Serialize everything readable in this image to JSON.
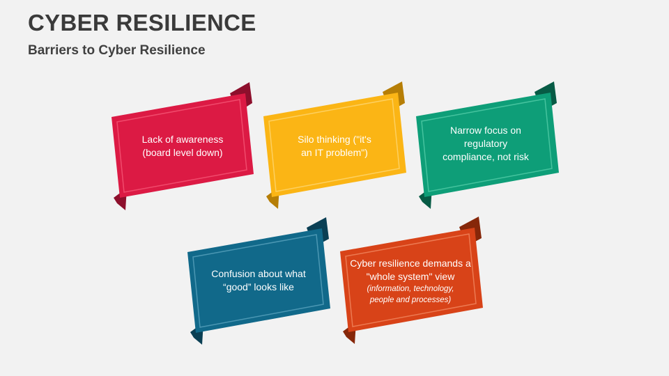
{
  "header": {
    "title": "CYBER RESILIENCE",
    "subtitle": "Barriers to Cyber Resilience"
  },
  "colors": {
    "background": "#f2f2f2",
    "red": "#dc1a44",
    "yellow": "#fbb515",
    "green": "#0e9e78",
    "blue": "#11698a",
    "orange": "#d84318"
  },
  "barriers": [
    {
      "line1": "Lack of awareness",
      "line2": "(board level down)"
    },
    {
      "line1": "Silo thinking (\"it's",
      "line2": "an IT problem\")"
    },
    {
      "line1": "Narrow focus on",
      "line2": "regulatory",
      "line3": "compliance, not risk"
    },
    {
      "line1": "Confusion about what",
      "line2": "“good” looks like"
    },
    {
      "line1": "Cyber resilience demands a",
      "line2": "\"whole system\" view",
      "note1": "(information, technology,",
      "note2": "people and processes)"
    }
  ]
}
